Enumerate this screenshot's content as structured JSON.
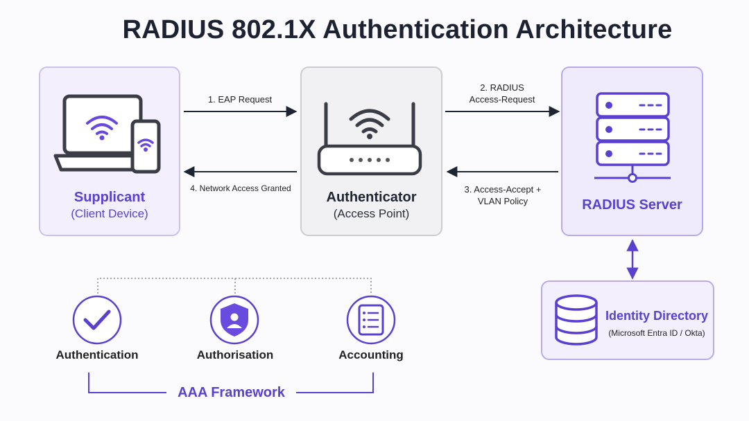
{
  "title": "RADIUS 802.1X Authentication Architecture",
  "nodes": {
    "supplicant": {
      "name": "Supplicant",
      "sub": "(Client Device)"
    },
    "authenticator": {
      "name": "Authenticator",
      "sub": "(Access Point)"
    },
    "radius": {
      "name": "RADIUS Server"
    },
    "directory": {
      "name": "Identity Directory",
      "sub": "(Microsoft Entra ID / Okta)"
    }
  },
  "flows": {
    "step1": "1. EAP Request",
    "step2_line1": "2. RADIUS",
    "step2_line2": "Access-Request",
    "step3_line1": "3. Access-Accept +",
    "step3_line2": "VLAN Policy",
    "step4": "4. Network Access Granted"
  },
  "aaa": {
    "items": [
      "Authentication",
      "Authorisation",
      "Accounting"
    ],
    "framework": "AAA Framework"
  },
  "colors": {
    "accent": "#5b3fd1",
    "line": "#1f2433",
    "icon_gray": "#3a3d46"
  }
}
